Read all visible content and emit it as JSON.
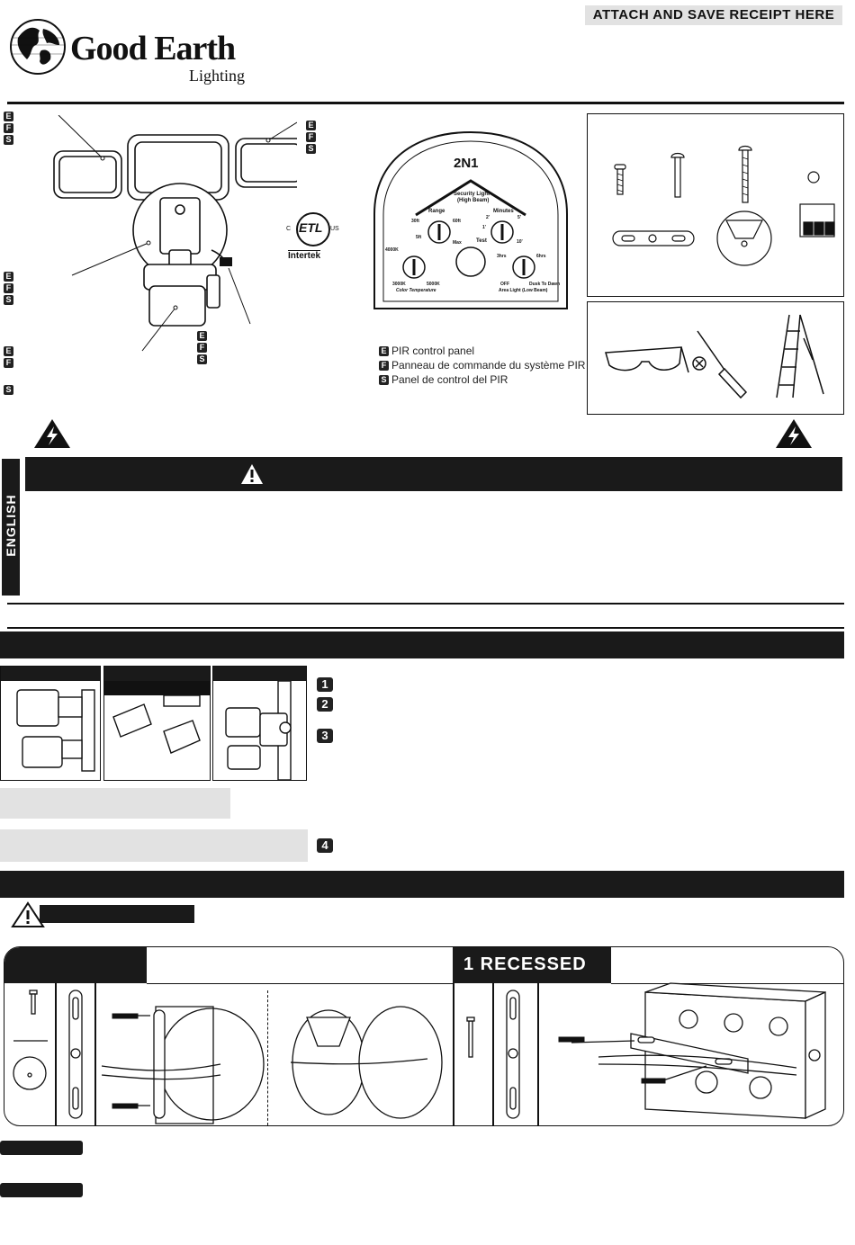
{
  "header": {
    "brand": "Good Earth",
    "brand_sub": "Lighting",
    "receipt_banner": "ATTACH AND SAVE RECEIPT HERE"
  },
  "certification": {
    "c": "C",
    "us": "US",
    "mark_text": "ETL",
    "lab": "Intertek"
  },
  "language_badges": [
    "E",
    "F",
    "S"
  ],
  "pir_panel": {
    "model": "2N1",
    "security_light": "Security Light",
    "high_beam": "(High Beam)",
    "range": "Range",
    "range_low": "30ft",
    "range_mid": "5ft",
    "range_high": "60ft",
    "minutes": "Minutes",
    "min_2": "2'",
    "min_5": "5'",
    "min_1": "1'",
    "min_10": "10'",
    "max": "Max",
    "test": "Test",
    "k4000": "4000K",
    "k3000": "3000K",
    "k5000": "5000K",
    "color_temp": "Color Temperature",
    "hrs_left": "3hrs",
    "hrs_right": "6hrs",
    "off": "OFF",
    "dusk": "Dusk To Dawn",
    "area_light": "Area Light (Low Beam)",
    "caption_en": "PIR control panel",
    "caption_fr": "Panneau de commande du système PIR",
    "caption_es": "Panel de control del PIR"
  },
  "warning_section": {
    "language_tab": "ENGLISH"
  },
  "steps": [
    "1",
    "2",
    "3",
    "4"
  ],
  "mounting": {
    "option_label": "1 RECESSED"
  },
  "colors": {
    "ink": "#1a1a1a",
    "panel_grey": "#e2e2e2",
    "paper": "#ffffff"
  },
  "icons": [
    "globe-logo-icon",
    "high-voltage-icon",
    "warning-triangle-icon",
    "safety-glasses-icon",
    "screwdriver-icon",
    "ladder-icon"
  ]
}
